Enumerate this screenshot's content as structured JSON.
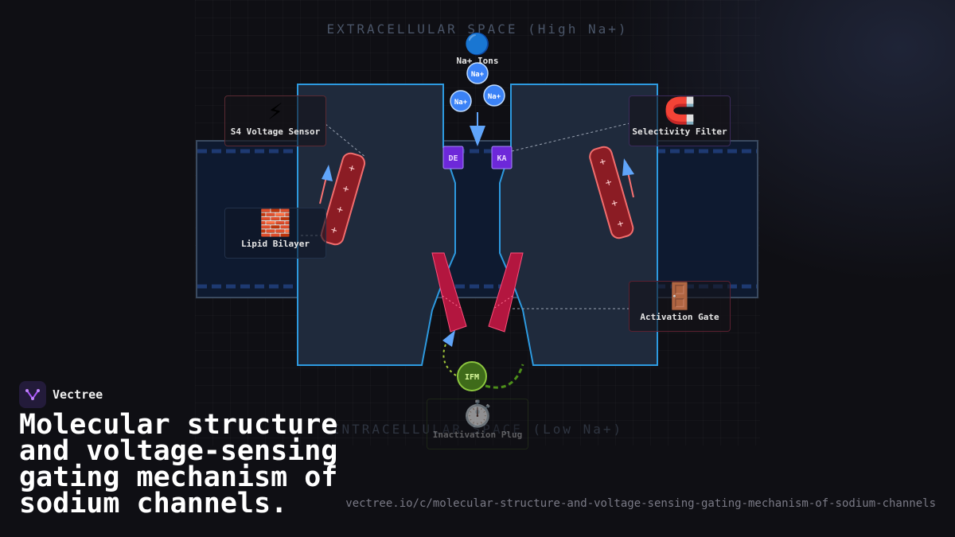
{
  "diagram": {
    "extracellular_label": "EXTRACELLULAR SPACE (High Na+)",
    "intracellular_label": "INTRACELLULAR SPACE (Low Na+)",
    "ion_symbol": "Na+",
    "residues": {
      "left": "DE",
      "right": "KA"
    },
    "ifm_label": "IFM",
    "charge_symbol": "+",
    "callouts": {
      "na_ions": {
        "emoji": "🔵",
        "label": "Na+ Ions"
      },
      "s4_sensor": {
        "emoji": "⚡",
        "label": "S4 Voltage Sensor"
      },
      "selectivity_filter": {
        "emoji": "🧲",
        "label": "Selectivity Filter"
      },
      "lipid_bilayer": {
        "emoji": "🧱",
        "label": "Lipid Bilayer"
      },
      "activation_gate": {
        "emoji": "🚪",
        "label": "Activation Gate"
      },
      "inactivation_plug": {
        "emoji": "⏱️",
        "label": "Inactivation Plug"
      }
    },
    "colors": {
      "channel_fill": "#1f2a3c",
      "channel_stroke": "#2d9ae0",
      "membrane_fill": "#0e1a30",
      "sensor_fill": "#8b1c24",
      "gate_fill": "#b3163f",
      "ion_fill": "#3b82f6",
      "residue_fill": "#6d28d9",
      "ifm_fill": "#3f6b1a"
    }
  },
  "brand": {
    "name": "Vectree"
  },
  "title": "Molecular structure and voltage-sensing gating mechanism of sodium channels.",
  "url": "vectree.io/c/molecular-structure-and-voltage-sensing-gating-mechanism-of-sodium-channels"
}
